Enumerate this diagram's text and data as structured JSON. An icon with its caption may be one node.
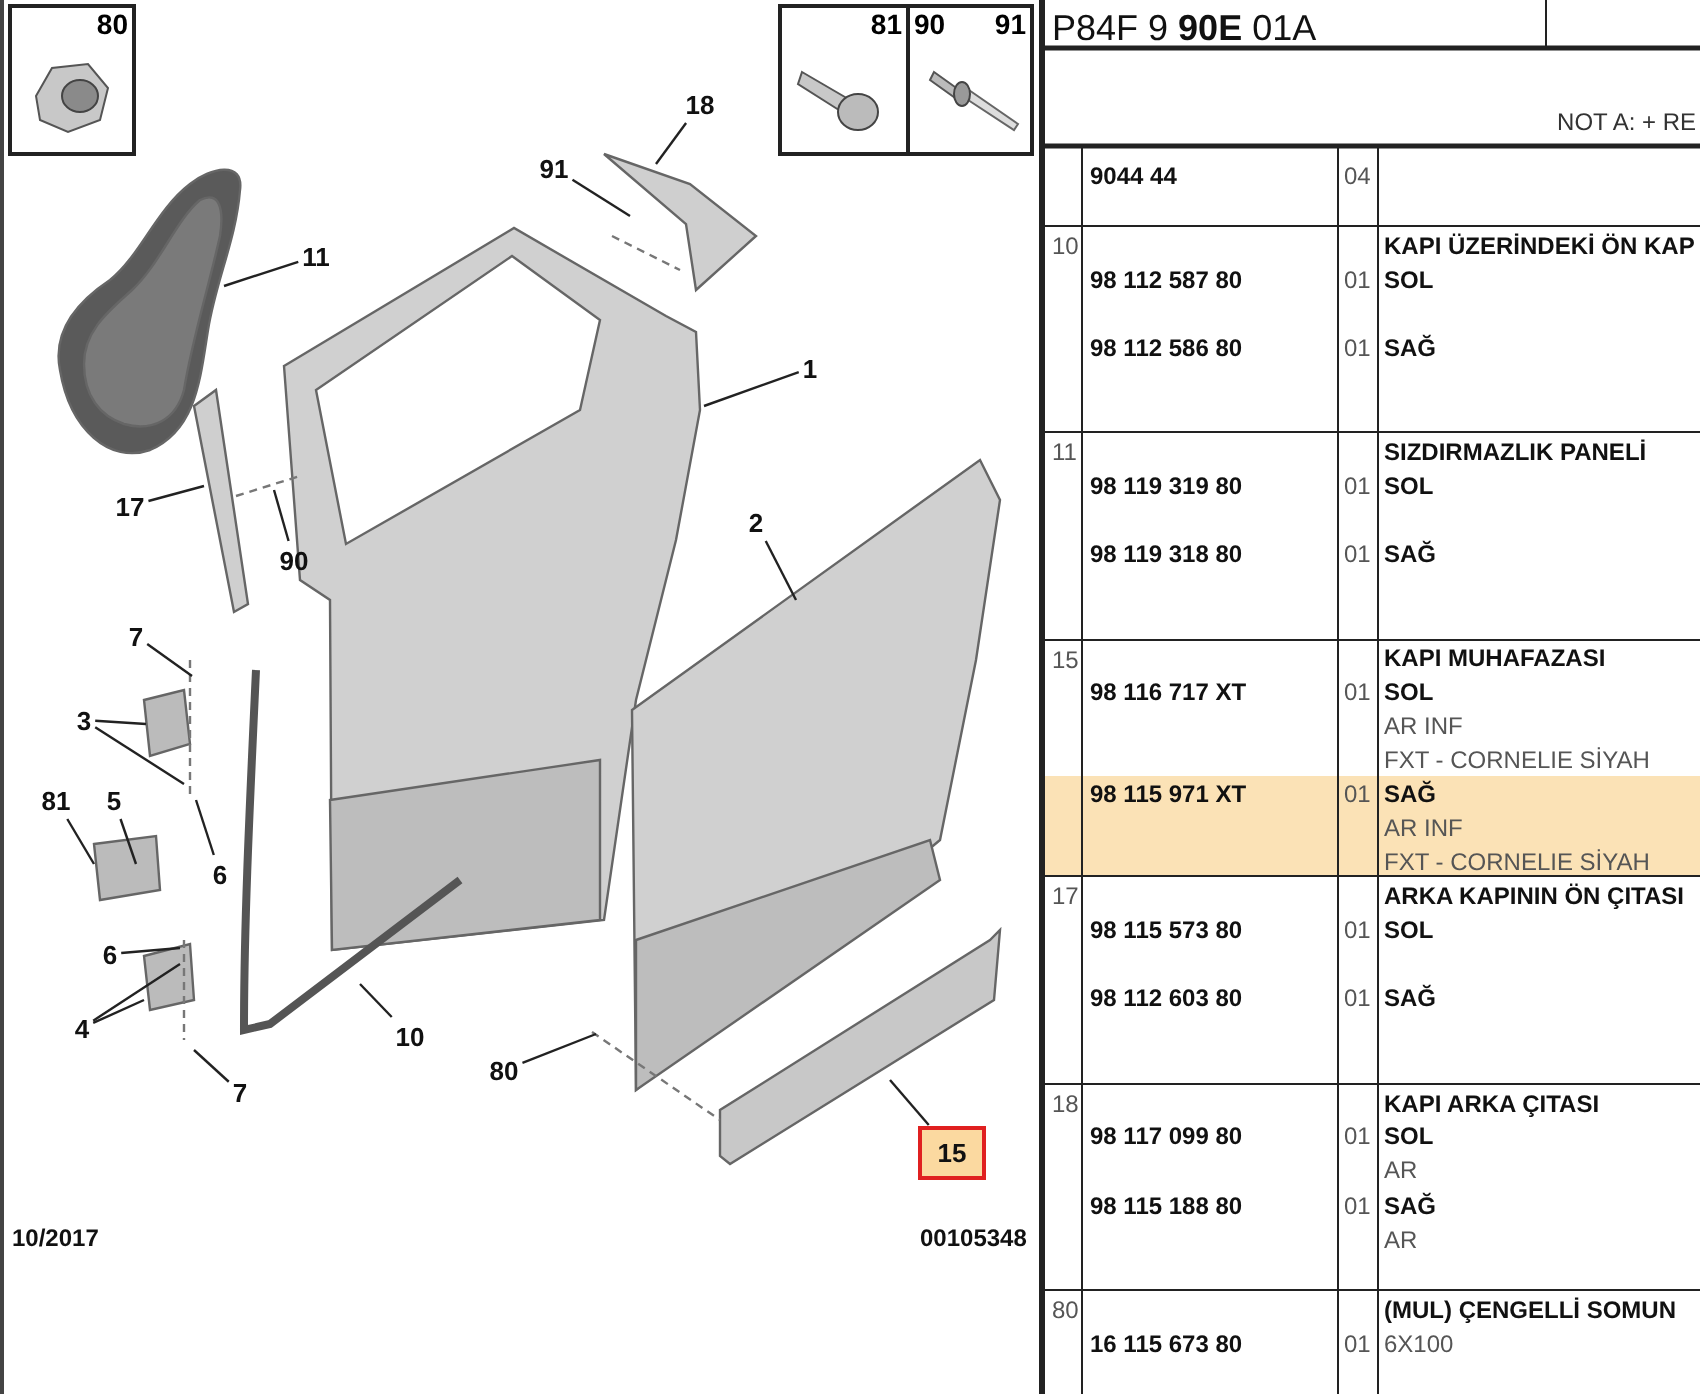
{
  "diagram": {
    "nodes": [
      {
        "text": [
          "80"
        ]
      },
      {
        "text": [
          "81"
        ]
      },
      {
        "text": [
          "90",
          "91"
        ]
      },
      {
        "text": [
          "18"
        ]
      },
      {
        "text": [
          "91"
        ]
      },
      {
        "text": [
          "11"
        ]
      },
      {
        "text": [
          "1"
        ]
      },
      {
        "text": [
          "17"
        ]
      },
      {
        "text": [
          "90"
        ]
      },
      {
        "text": [
          "2"
        ]
      },
      {
        "text": [
          "7"
        ]
      },
      {
        "text": [
          "3"
        ]
      },
      {
        "text": [
          "81"
        ]
      },
      {
        "text": [
          "5"
        ]
      },
      {
        "text": [
          "6"
        ]
      },
      {
        "text": [
          "6"
        ]
      },
      {
        "text": [
          "4"
        ]
      },
      {
        "text": [
          "10"
        ]
      },
      {
        "text": [
          "7"
        ]
      },
      {
        "text": [
          "80"
        ]
      },
      {
        "text": [
          "15"
        ]
      }
    ],
    "edges": [
      {
        "from": 3,
        "to": null,
        "arrow": "none"
      },
      {
        "from": 4,
        "to": null,
        "arrow": "none"
      },
      {
        "from": 5,
        "to": null,
        "arrow": "none"
      },
      {
        "from": 6,
        "to": null,
        "arrow": "none"
      },
      {
        "from": 7,
        "to": null,
        "arrow": "none"
      },
      {
        "from": 8,
        "to": null,
        "arrow": "none"
      },
      {
        "from": 9,
        "to": null,
        "arrow": "none"
      },
      {
        "from": 10,
        "to": null,
        "arrow": "none"
      },
      {
        "from": 11,
        "to": null,
        "arrow": "none"
      },
      {
        "from": 11,
        "to": null,
        "arrow": "none"
      },
      {
        "from": 12,
        "to": null,
        "arrow": "none"
      },
      {
        "from": 13,
        "to": null,
        "arrow": "none"
      },
      {
        "from": 14,
        "to": null,
        "arrow": "none"
      },
      {
        "from": 15,
        "to": null,
        "arrow": "none"
      },
      {
        "from": 16,
        "to": null,
        "arrow": "none"
      },
      {
        "from": 16,
        "to": null,
        "arrow": "none"
      },
      {
        "from": 17,
        "to": null,
        "arrow": "none"
      },
      {
        "from": 18,
        "to": null,
        "arrow": "none"
      },
      {
        "from": 19,
        "to": null,
        "arrow": "none"
      },
      {
        "from": 20,
        "to": null,
        "arrow": "none"
      }
    ],
    "labels": [
      "10/2017",
      "00105348",
      "P84F 9 **90E** 01A",
      "NOT A: + RE",
      "9044 44",
      "04",
      "10",
      "KAPI ÜZERİNDEKİ ÖN KAP",
      "98 112 587 80",
      "01",
      "SOL",
      "98 112 586 80",
      "01",
      "SAĞ",
      "11",
      "SIZDIRMAZLIK PANELİ",
      "98 119 319 80",
      "01",
      "SOL",
      "98 119 318 80",
      "01",
      "SAĞ",
      "15",
      "KAPI MUHAFAZASI",
      "98 116 717 XT",
      "01",
      "SOL",
      "AR INF",
      "FXT - CORNELIE SİYAH",
      "98 115 971 XT",
      "01",
      "SAĞ",
      "AR INF",
      "FXT - CORNELIE SİYAH",
      "17",
      "ARKA KAPININ ÖN ÇITASI",
      "98 115 573 80",
      "01",
      "SOL",
      "98 112 603 80",
      "01",
      "SAĞ",
      "18",
      "KAPI ARKA ÇITASI",
      "98 117 099 80",
      "01",
      "SOL",
      "AR",
      "98 115 188 80",
      "01",
      "SAĞ",
      "AR",
      "80",
      "(MUL) ÇENGELLİ SOMUN",
      "16 115 673 80",
      "01",
      "6X100"
    ]
  }
}
